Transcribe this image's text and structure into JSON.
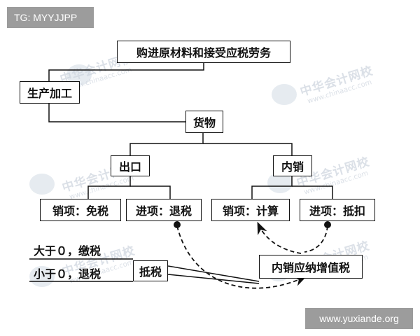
{
  "tag": {
    "text": "TG: MYYJJPP"
  },
  "footer": {
    "url": "www.yuxiande.org"
  },
  "watermark": {
    "cn": "中华会计网校",
    "en": "www.chinaacc.com"
  },
  "diagram": {
    "nodes": {
      "purchase": "购进原材料和接受应税劳务",
      "production": "生产加工",
      "goods": "货物",
      "export": "出口",
      "domestic": "内销",
      "sales_exempt": "销项：免税",
      "input_refund": "进项：退税",
      "sales_calc": "销项：计算",
      "input_deduct": "进项：抵扣",
      "domestic_vat": "内销应纳增值税",
      "offset_tax": "抵税"
    },
    "conditions": {
      "greater_than_zero": "大于０，缴税",
      "less_than_zero": "小于０，退税"
    }
  }
}
